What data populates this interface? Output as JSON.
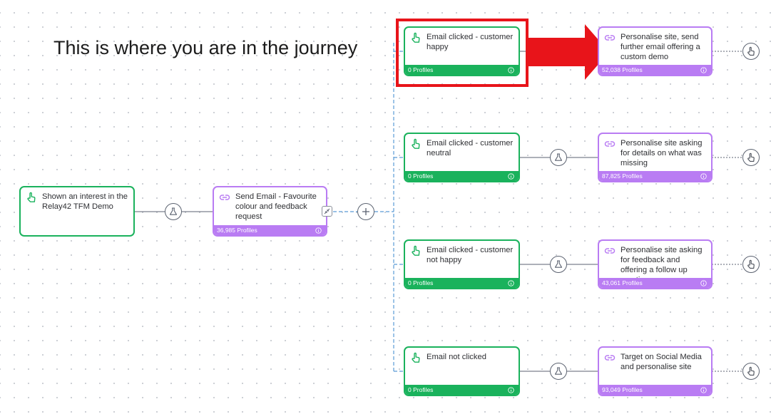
{
  "annotation": {
    "text": "This is where you are in the journey"
  },
  "colors": {
    "green": "#1ab25c",
    "purple": "#b97cf3",
    "highlight": "#e8141a",
    "connector": "#5b9bd5"
  },
  "start_node": {
    "title": "Shown an interest in the Relay42 TFM Demo",
    "icon": "hand-pointer-icon"
  },
  "email_node": {
    "title": "Send Email - Favourite colour and feedback request",
    "profiles": "36,985 Profiles",
    "icon": "link-icon"
  },
  "branches": [
    {
      "trigger": {
        "title": "Email clicked - customer happy",
        "profiles": "0 Profiles"
      },
      "action": {
        "title": "Personalise site, send further email offering a custom demo",
        "profiles": "52,038 Profiles"
      }
    },
    {
      "trigger": {
        "title": "Email clicked - customer neutral",
        "profiles": "0 Profiles"
      },
      "action": {
        "title": "Personalise site asking for details on what was missing",
        "profiles": "87,825 Profiles"
      }
    },
    {
      "trigger": {
        "title": "Email clicked - customer not happy",
        "profiles": "0 Profiles"
      },
      "action": {
        "title": "Personalise site asking for feedback and offering a follow up meeting",
        "profiles": "43,061 Profiles"
      }
    },
    {
      "trigger": {
        "title": "Email not clicked",
        "profiles": "0 Profiles"
      },
      "action": {
        "title": "Target on Social Media and personalise site",
        "profiles": "93,049 Profiles"
      }
    }
  ]
}
